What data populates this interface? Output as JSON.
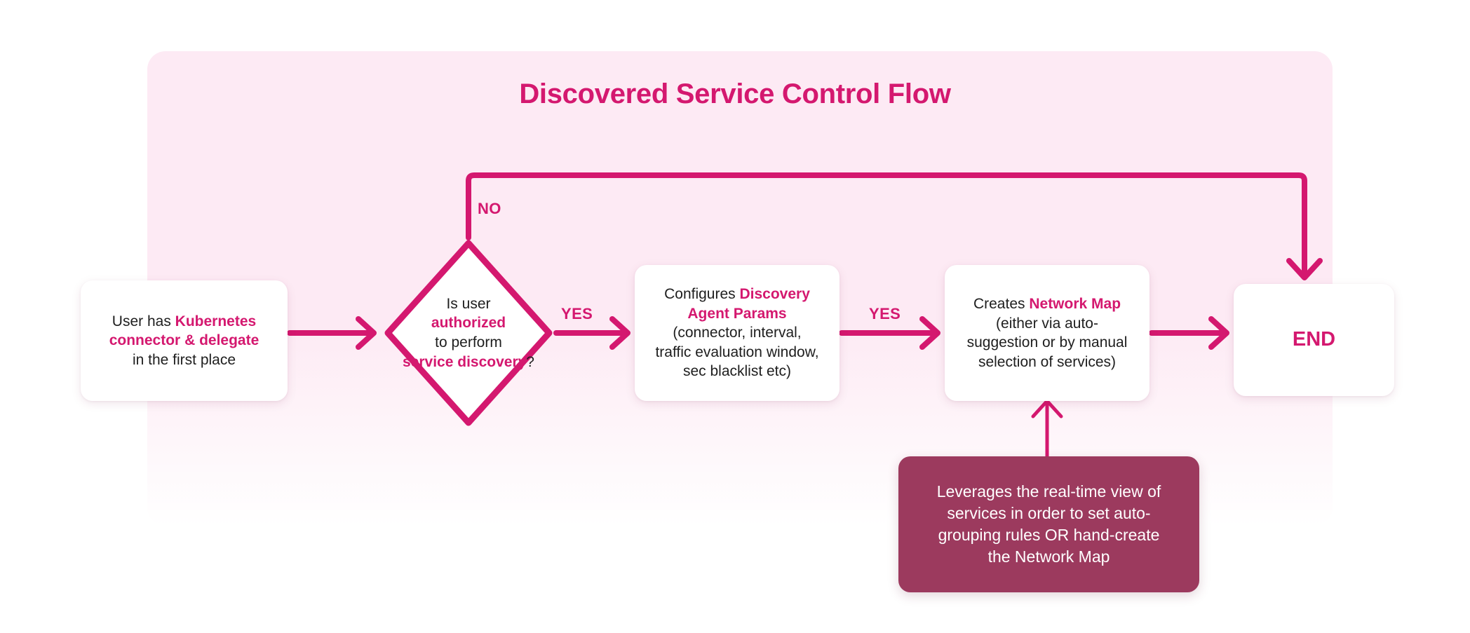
{
  "title": "Discovered Service Control Flow",
  "colors": {
    "accent": "#d4186f",
    "panel_bg": "#fdeaf4",
    "note_bg": "#9c3a5e",
    "node_bg": "#ffffff",
    "text": "#1e1e1e",
    "page_bg": "#ffffff"
  },
  "nodes": {
    "start": {
      "name": "start-node",
      "lines": [
        {
          "segments": [
            {
              "text": "User has ",
              "emphasis": false
            },
            {
              "text": "Kubernetes",
              "emphasis": true
            }
          ]
        },
        {
          "segments": [
            {
              "text": "connector & delegate",
              "emphasis": true
            }
          ]
        },
        {
          "segments": [
            {
              "text": "in the first place",
              "emphasis": false
            }
          ]
        }
      ]
    },
    "decision": {
      "name": "decision-node",
      "lines": [
        {
          "segments": [
            {
              "text": "Is user",
              "emphasis": false
            }
          ]
        },
        {
          "segments": [
            {
              "text": "authorized",
              "emphasis": true
            }
          ]
        },
        {
          "segments": [
            {
              "text": "to perform",
              "emphasis": false
            }
          ]
        },
        {
          "segments": [
            {
              "text": "service discovery",
              "emphasis": true
            },
            {
              "text": "?",
              "emphasis": false
            }
          ]
        }
      ]
    },
    "configure": {
      "name": "configure-node",
      "lines": [
        {
          "segments": [
            {
              "text": "Configures ",
              "emphasis": false
            },
            {
              "text": "Discovery",
              "emphasis": true
            }
          ]
        },
        {
          "segments": [
            {
              "text": "Agent Params",
              "emphasis": true
            }
          ]
        },
        {
          "segments": [
            {
              "text": "(connector, interval,",
              "emphasis": false
            }
          ]
        },
        {
          "segments": [
            {
              "text": "traffic evaluation window,",
              "emphasis": false
            }
          ]
        },
        {
          "segments": [
            {
              "text": "sec blacklist etc)",
              "emphasis": false
            }
          ]
        }
      ]
    },
    "network_map": {
      "name": "network-map-node",
      "lines": [
        {
          "segments": [
            {
              "text": "Creates ",
              "emphasis": false
            },
            {
              "text": "Network Map",
              "emphasis": true
            }
          ]
        },
        {
          "segments": [
            {
              "text": "(either via auto-",
              "emphasis": false
            }
          ]
        },
        {
          "segments": [
            {
              "text": "suggestion or by manual",
              "emphasis": false
            }
          ]
        },
        {
          "segments": [
            {
              "text": "selection of services)",
              "emphasis": false
            }
          ]
        }
      ]
    },
    "end": {
      "name": "end-node",
      "label": "END"
    }
  },
  "note": {
    "name": "leverages-note",
    "lines": [
      "Leverages the real-time view of",
      "services in order to set auto-",
      "grouping rules OR hand-create",
      "the Network Map"
    ]
  },
  "edge_labels": {
    "no": "NO",
    "yes_first": "YES",
    "yes_second": "YES"
  },
  "edges": [
    {
      "name": "edge-start-to-decision",
      "from": "start",
      "to": "decision",
      "label": ""
    },
    {
      "name": "edge-decision-no-to-end",
      "from": "decision",
      "to": "end",
      "label": "NO"
    },
    {
      "name": "edge-decision-yes-to-configure",
      "from": "decision",
      "to": "configure",
      "label": "YES"
    },
    {
      "name": "edge-configure-to-network-map",
      "from": "configure",
      "to": "network_map",
      "label": "YES"
    },
    {
      "name": "edge-network-map-to-end",
      "from": "network_map",
      "to": "end",
      "label": ""
    },
    {
      "name": "edge-note-to-network-map",
      "from": "note",
      "to": "network_map",
      "label": ""
    }
  ]
}
